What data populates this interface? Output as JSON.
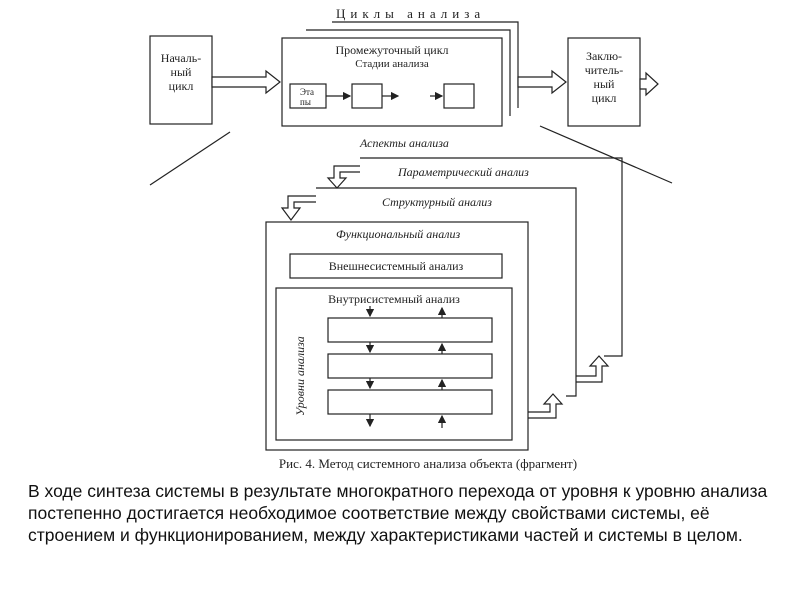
{
  "top": {
    "cycles_title": "Циклы анализа",
    "start_cycle": [
      "Началь-",
      "ный",
      "цикл"
    ],
    "intermediate_cycle": "Промежуточный цикл",
    "analysis_stages": "Стадии анализа",
    "stages_label": [
      "Эта",
      "пы"
    ],
    "final_cycle": [
      "Заклю-",
      "читель-",
      "ный",
      "цикл"
    ]
  },
  "aspects": {
    "title": "Аспекты анализа",
    "parametric": "Параметрический анализ",
    "structural": "Структурный анализ",
    "functional": "Функциональный анализ",
    "external": "Внешнесистемный анализ",
    "internal": "Внутрисистемный анализ",
    "levels": "Уровни анализа"
  },
  "figure_caption": "Рис. 4. Метод системного анализа объекта (фрагмент)",
  "body_text": "В ходе синтеза системы в результате многократного перехода от уровня к уровню анализа постепенно достигается необходимое соответствие между свойствами системы, её строением и функционированием, между характеристиками частей и системы в целом."
}
